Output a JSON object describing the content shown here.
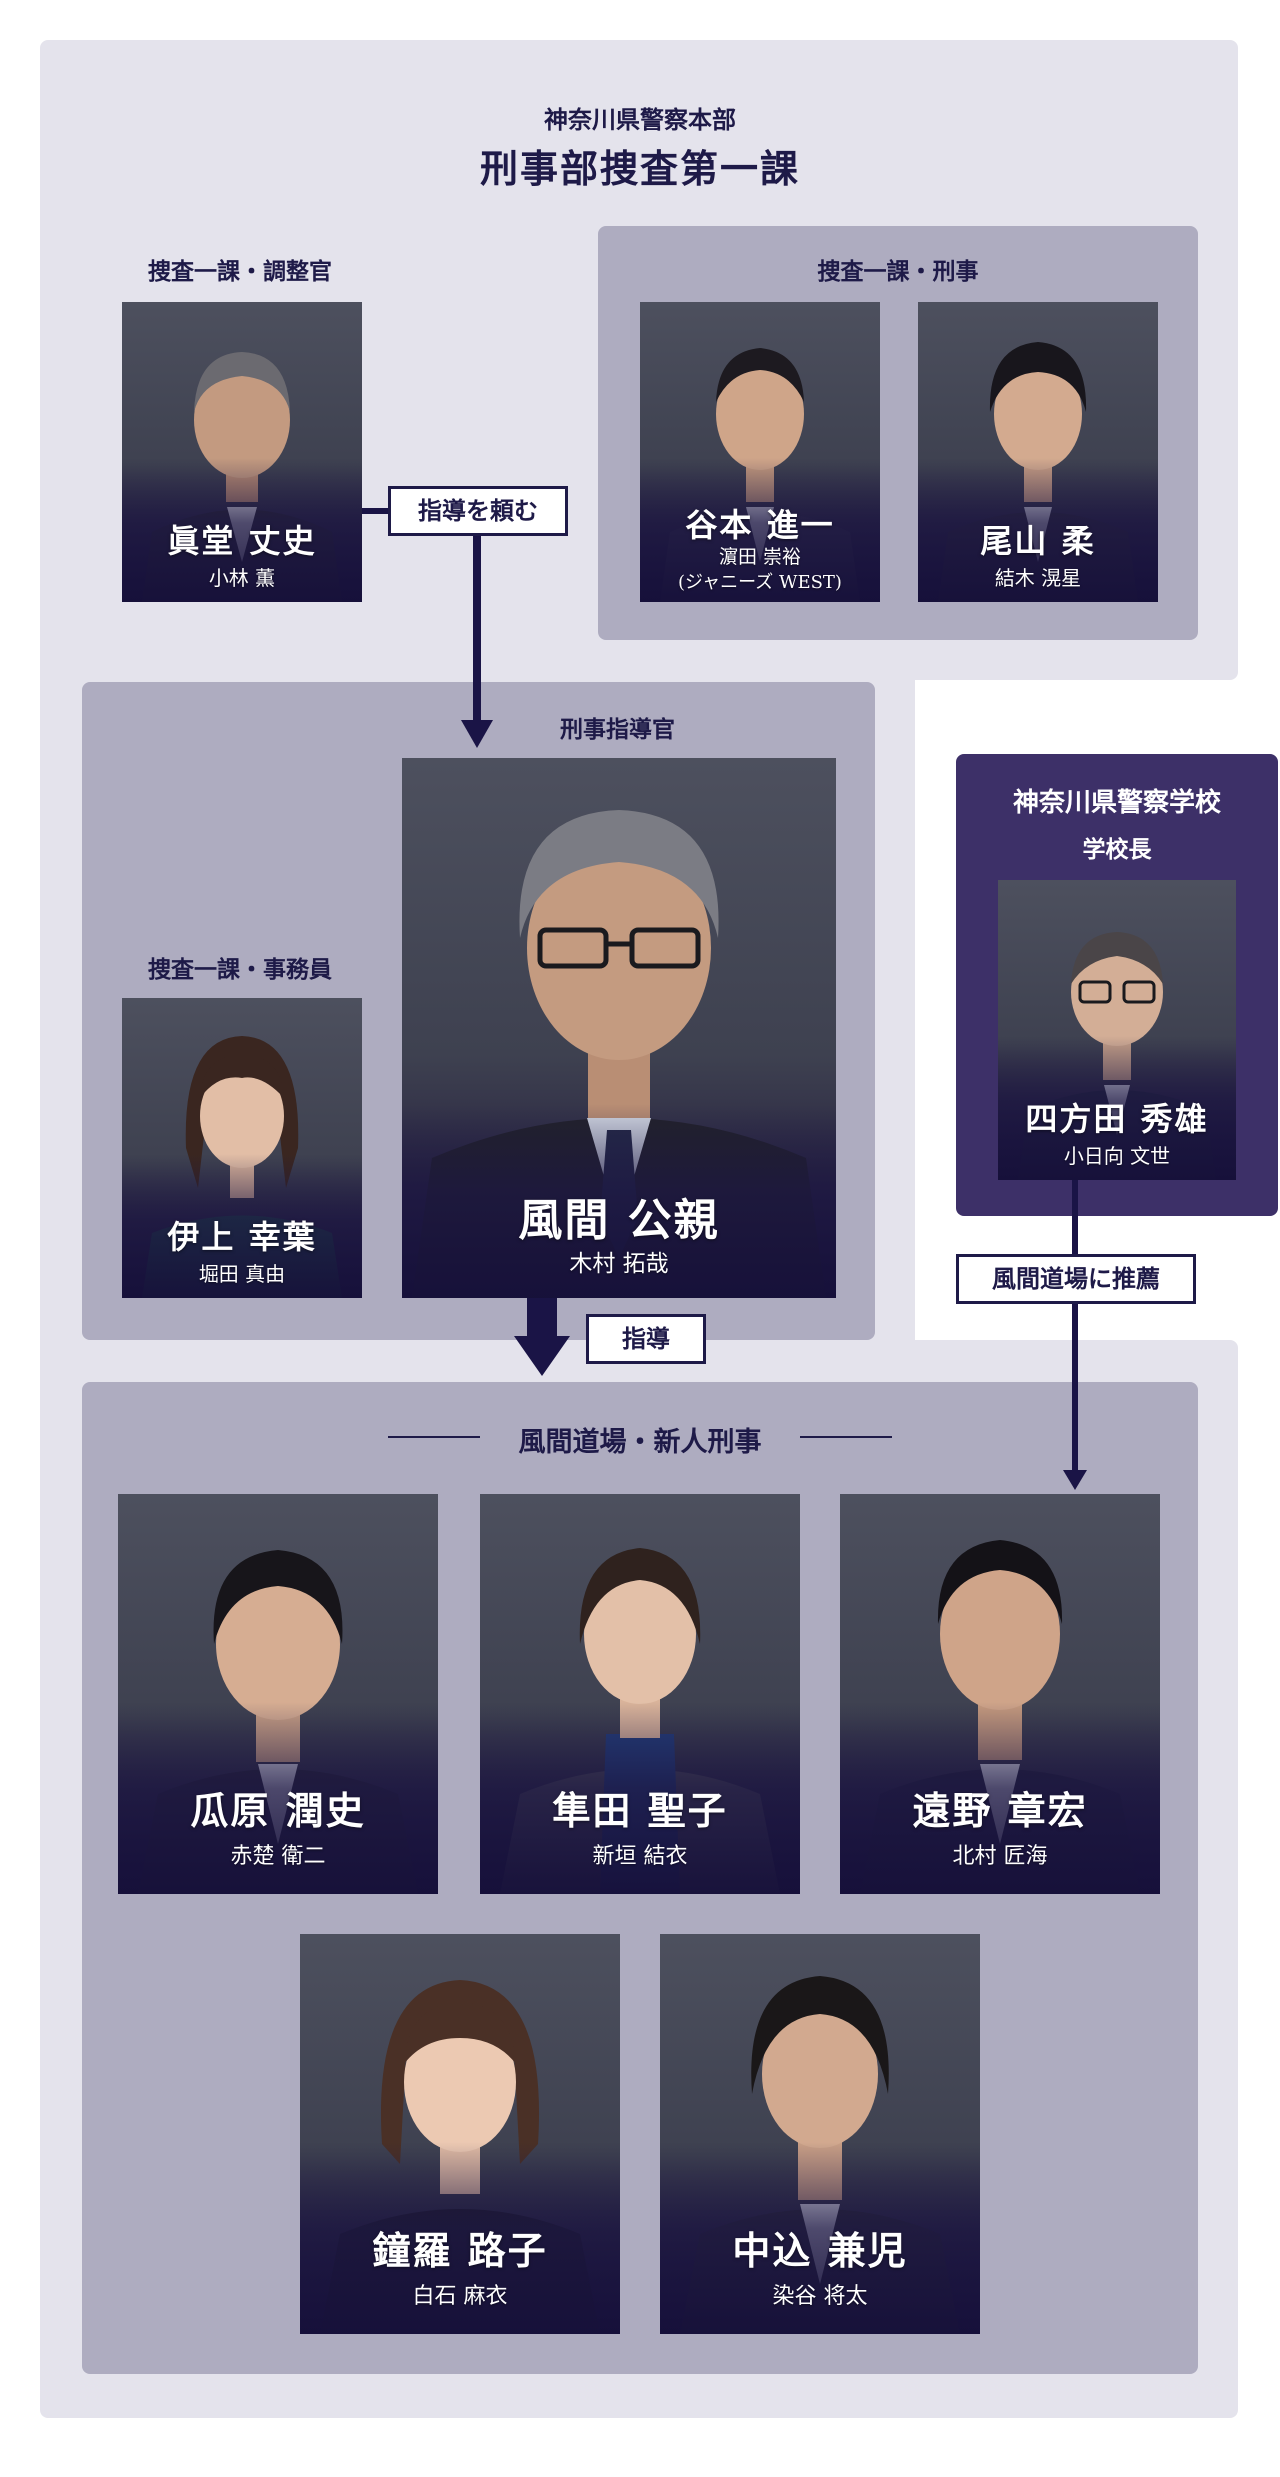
{
  "colors": {
    "dark_navy": "#1e1a48",
    "panel_light": "#e4e3ec",
    "panel_mid": "#aeacc0",
    "panel_dark": "#3d3068"
  },
  "header": {
    "org": "神奈川県警察本部",
    "dept": "刑事部捜査第一課"
  },
  "sections": {
    "chousei": "捜査一課・調整官",
    "keiji": "捜査一課・刑事",
    "shidoukan": "刑事指導官",
    "jimuin": "捜査一課・事務員",
    "school": "神奈川県警察学校",
    "principal": "学校長",
    "dojo": "風間道場・新人刑事"
  },
  "relations": {
    "request": "指導を頼む",
    "guide": "指導",
    "recommend": "風間道場に推薦"
  },
  "people": {
    "shindo": {
      "name": "眞堂 丈史",
      "actor": "小林 薫"
    },
    "tanimoto": {
      "name": "谷本 進一",
      "actor": "濵田 崇裕",
      "actor_note": "(ジャニーズ WEST)"
    },
    "oyama": {
      "name": "尾山 柔",
      "actor": "結木 滉星"
    },
    "inoue": {
      "name": "伊上 幸葉",
      "actor": "堀田 真由"
    },
    "kazama": {
      "name": "風間 公親",
      "actor": "木村 拓哉"
    },
    "yomoda": {
      "name": "四方田 秀雄",
      "actor": "小日向 文世"
    },
    "uryu": {
      "name": "瓜原 潤史",
      "actor": "赤楚 衛二"
    },
    "hayabusa": {
      "name": "隼田 聖子",
      "actor": "新垣 結衣"
    },
    "tono": {
      "name": "遠野 章宏",
      "actor": "北村 匠海"
    },
    "shoura": {
      "name": "鐘羅 路子",
      "actor": "白石 麻衣"
    },
    "nakagome": {
      "name": "中込 兼児",
      "actor": "染谷 将太"
    }
  }
}
